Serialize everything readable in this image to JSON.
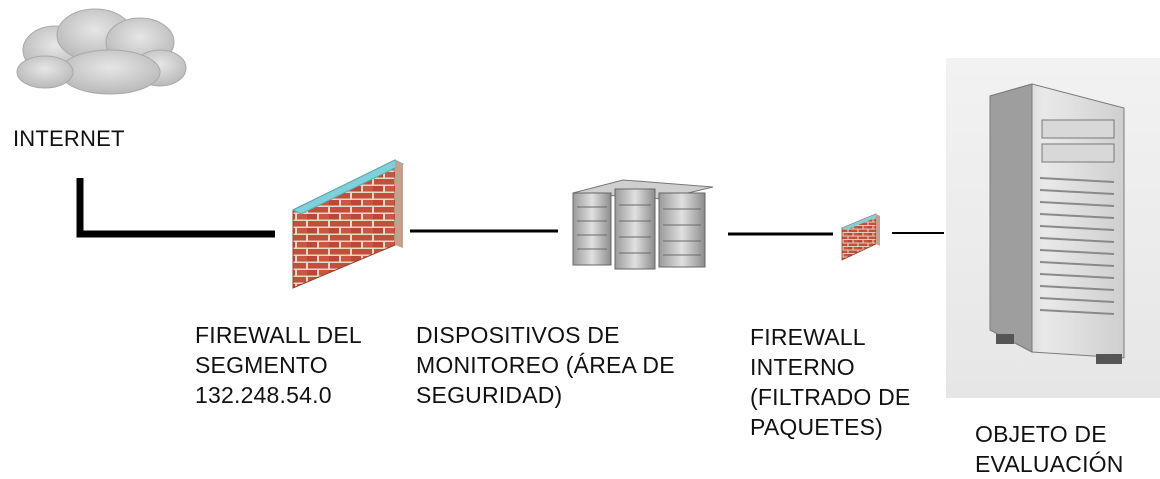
{
  "nodes": {
    "internet": {
      "label": "INTERNET"
    },
    "firewall_segment": {
      "label": "FIREWALL DEL\nSEGMENTO\n132.248.54.0"
    },
    "monitoring": {
      "label": "DISPOSITIVOS DE\nMONITOREO (ÁREA DE\nSEGURIDAD)"
    },
    "firewall_internal": {
      "label": "FIREWALL\nINTERNO\n(FILTRADO DE\nPAQUETES)"
    },
    "target": {
      "label": "OBJETO DE\nEVALUACIÓN"
    }
  },
  "icons": {
    "internet": "cloud-icon",
    "firewall_segment": "brick-wall-icon",
    "monitoring": "server-rack-icon",
    "firewall_internal": "brick-wall-icon",
    "target": "tower-server-icon"
  },
  "colors": {
    "brick": "#c0503a",
    "mortar": "#e9d7c8",
    "wall_top": "#7fd0d8",
    "connector": "#000000"
  }
}
